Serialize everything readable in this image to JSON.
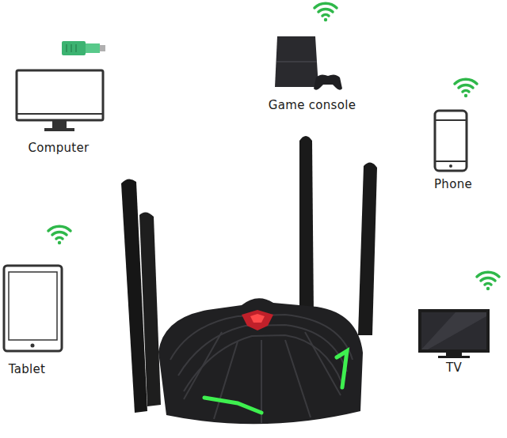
{
  "diagram": {
    "labels": [
      "Game console",
      "Computer",
      "Phone",
      "Tablet",
      "TV"
    ]
  }
}
